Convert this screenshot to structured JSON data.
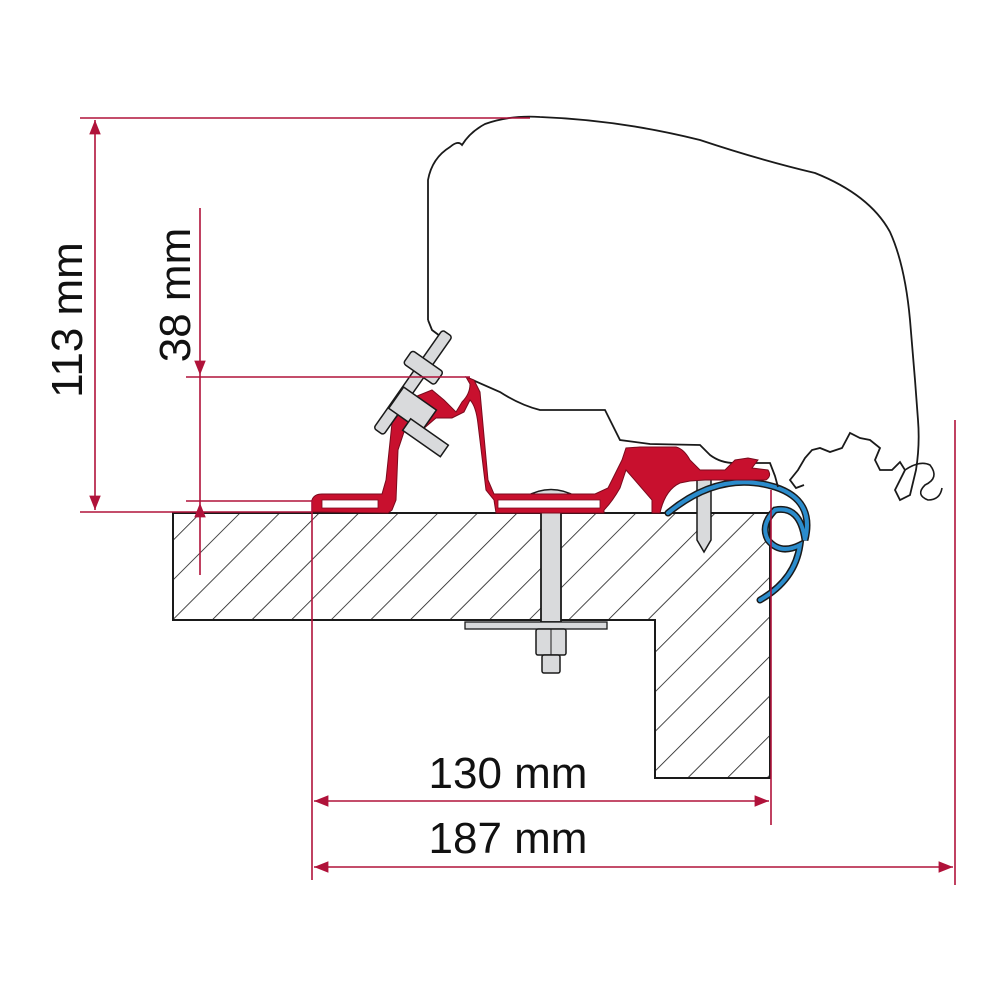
{
  "diagram": {
    "title": "Awning adapter mounting cross-section",
    "colors": {
      "dimension_line": "#b0123a",
      "adapter_profile": "#c8102e",
      "seal_profile": "#2b8ccc",
      "outline": "#1a1a1a",
      "hardware": "#d9dadc",
      "background": "#ffffff"
    },
    "dimensions": {
      "total_height": {
        "label": "113 mm",
        "value": 113,
        "unit": "mm",
        "orientation": "vertical"
      },
      "adapter_height": {
        "label": "38 mm",
        "value": 38,
        "unit": "mm",
        "orientation": "vertical"
      },
      "wall_width": {
        "label": "130 mm",
        "value": 130,
        "unit": "mm",
        "orientation": "horizontal"
      },
      "total_width": {
        "label": "187 mm",
        "value": 187,
        "unit": "mm",
        "orientation": "horizontal"
      }
    },
    "components": [
      {
        "name": "awning-cassette",
        "description": "Awning housing outline"
      },
      {
        "name": "adapter-rail",
        "description": "Red aluminium adapter profile"
      },
      {
        "name": "clamp-bolt",
        "description": "Angled bolt with nut on adapter"
      },
      {
        "name": "through-bolt",
        "description": "Carriage bolt with washer and nut through roof"
      },
      {
        "name": "screw",
        "description": "Wood screw at roof edge"
      },
      {
        "name": "keder-seal",
        "description": "Blue C-shaped keder rail"
      },
      {
        "name": "roof-section",
        "description": "Hatched roof and wall cross-section"
      }
    ]
  }
}
